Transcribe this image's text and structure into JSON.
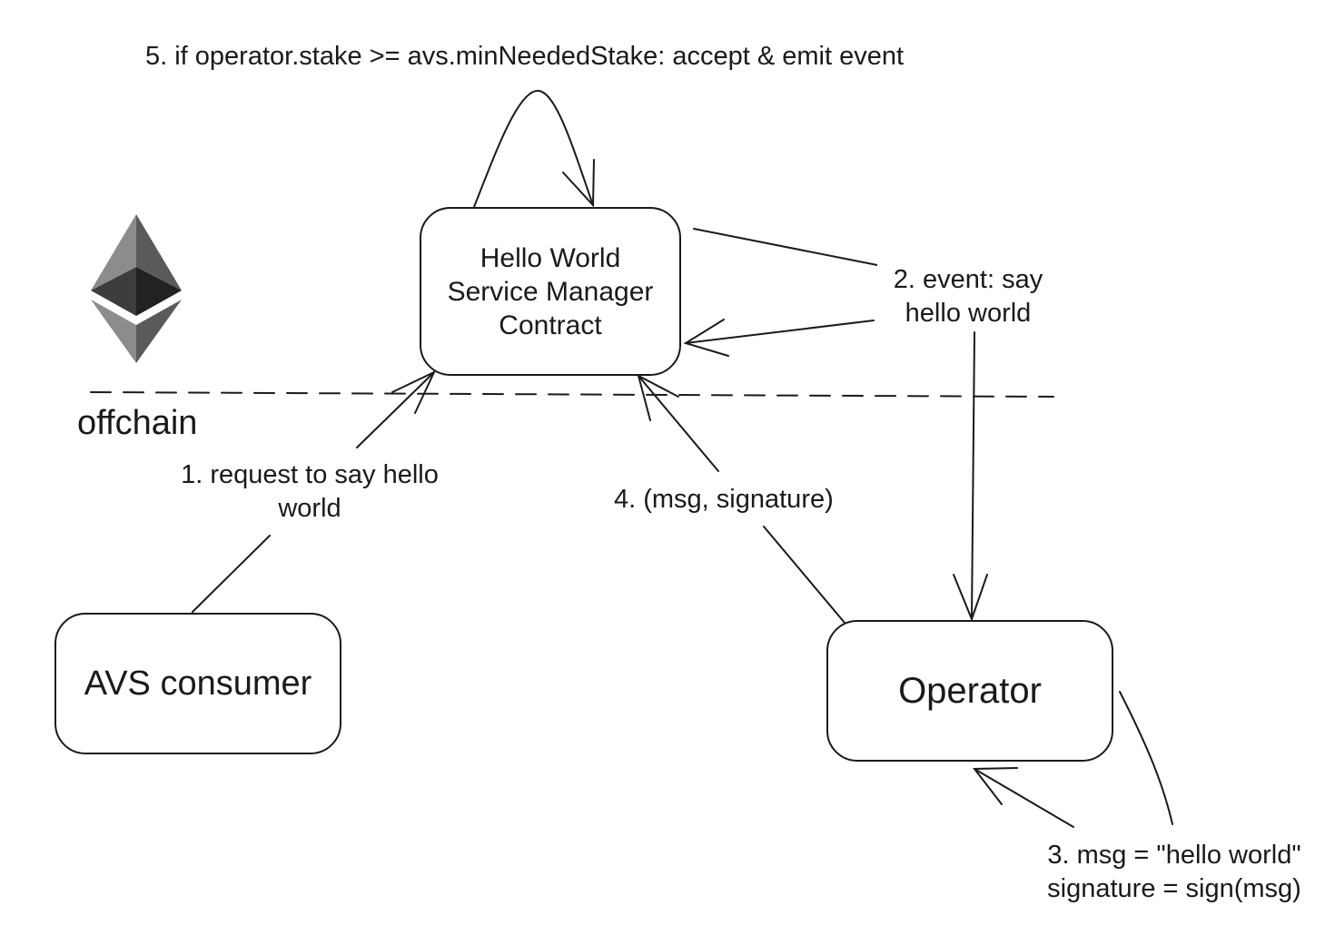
{
  "nodes": {
    "contract": {
      "lines": [
        "Hello World",
        "Service Manager",
        "Contract"
      ]
    },
    "consumer": {
      "label": "AVS consumer"
    },
    "operator": {
      "label": "Operator"
    }
  },
  "labels": {
    "step1": {
      "lines": [
        "1. request to say hello",
        "world"
      ]
    },
    "step2": {
      "lines": [
        "2. event: say",
        "hello world"
      ]
    },
    "step3": {
      "lines": [
        "3. msg = \"hello world\"",
        "signature = sign(msg)"
      ]
    },
    "step4": "4. (msg, signature)",
    "step5": "5. if operator.stake >= avs.minNeededStake: accept & emit event",
    "offchain": "offchain"
  },
  "icons": {
    "chain_logo": "ethereum-logo-icon"
  },
  "colors": {
    "stroke": "#1a1a1a",
    "logo_light": "#8c8c8c",
    "logo_mid": "#5a5a5a",
    "logo_dark": "#222222"
  }
}
